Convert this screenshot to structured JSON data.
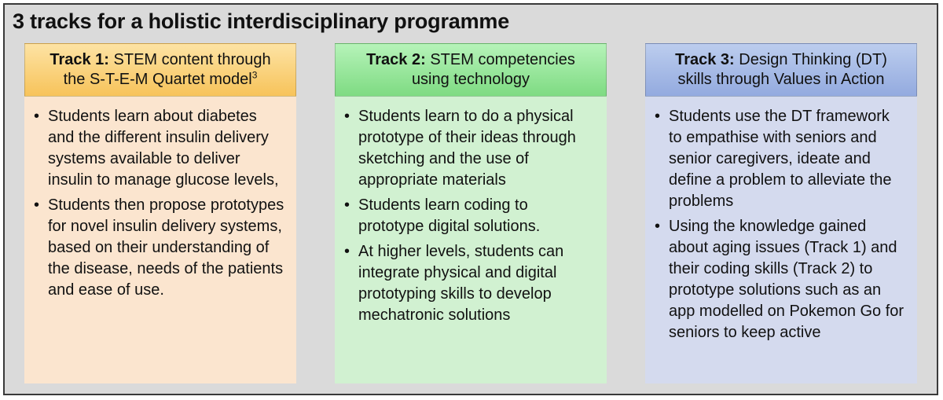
{
  "title": "3 tracks for a holistic interdisciplinary programme",
  "tracks": [
    {
      "head_bold": "Track 1:",
      "head_text_1": "STEM content through",
      "head_text_2": "the S-T-E-M Quartet model",
      "head_sup": "3",
      "bullets": [
        "Students learn about diabetes and the different insulin delivery systems available to deliver insulin to manage glucose levels,",
        "Students then propose prototypes for novel insulin delivery systems, based on their understanding of the disease, needs of the patients and ease of use."
      ]
    },
    {
      "head_bold": "Track 2:",
      "head_text_1": "STEM competencies",
      "head_text_2": "using technology",
      "bullets": [
        "Students learn to do a physical prototype of their ideas through sketching and the use of appropriate materials",
        "Students learn coding to prototype digital solutions.",
        "At higher levels, students can integrate physical and digital prototyping skills to develop mechatronic solutions"
      ]
    },
    {
      "head_bold": "Track 3:",
      "head_text_1": "Design Thinking (DT)",
      "head_text_2": "skills through Values in Action",
      "bullets": [
        "Students use the DT framework to empathise with seniors and senior caregivers, ideate and define a problem to alleviate the problems",
        "Using the knowledge gained about aging issues (Track 1) and their coding skills (Track 2) to prototype solutions such as an app modelled on Pokemon Go for seniors to keep active"
      ]
    }
  ],
  "bullet_symbol": "•"
}
